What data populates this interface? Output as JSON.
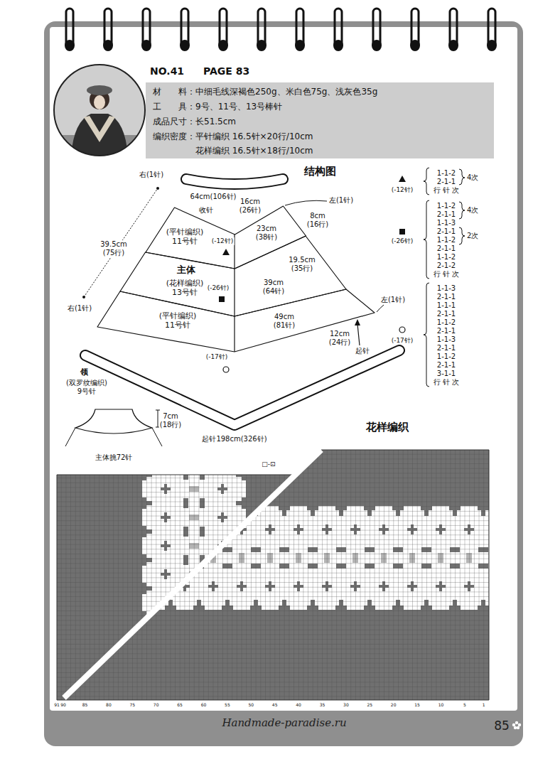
{
  "diagram": {
    "nodes": [
      {
        "text": [
          "材　　料：中细毛线深褐色250g、米白色75g、浅灰色35g",
          "工　　具：9号、11号、13号棒针",
          "成品尺寸：长51.5cm",
          "编织密度：平针编织 16.5针×20行/10cm",
          "花样编织 16.5针×18行/10cm"
        ]
      },
      {
        "text": [
          "(平针编织) 11号针"
        ]
      },
      {
        "text": [
          "主体",
          "(花样编织) 13号针"
        ]
      },
      {
        "text": [
          "(平针编织) 11号针"
        ]
      }
    ],
    "labels": [
      "NO.41",
      "PAGE 83",
      "结构图",
      "右(1针)",
      "64cm(106针)",
      "收针",
      "16cm (26针)",
      "8cm (16行)",
      "左(1针)",
      "23cm (38针)",
      "(-12针)",
      "39.5cm (75行)",
      "19.5cm (35行)",
      "(-26针)",
      "39cm (64针)",
      "12cm (24行)",
      "左(1针)",
      "右(1针)",
      "(-17针)",
      "49cm (81针)",
      "起针",
      "领",
      "(双罗纹编织) 9号针",
      "7cm (18行)",
      "主体挑72针",
      "起针198cm(326针)",
      "花样编织",
      "□-⊡",
      "(-12针)",
      "1-1-2",
      "2-1-1",
      "行 针 次",
      "4次",
      "(-26针)",
      "1-1-2",
      "2-1-1",
      "1-1-3",
      "2-1-1",
      "1-1-2",
      "2-1-1",
      "1-1-2",
      "2-1-2",
      "行 针 次",
      "4次",
      "2次",
      "(-17针)",
      "1-1-3",
      "2-1-1",
      "1-1-1",
      "2-1-1",
      "1-1-2",
      "2-1-1",
      "1-1-3",
      "2-1-1",
      "1-1-2",
      "2-1-1",
      "3-1-1",
      "行 针 次",
      "91",
      "90",
      "85",
      "80",
      "75",
      "70",
      "65",
      "60",
      "55",
      "50",
      "45",
      "40",
      "35",
      "30",
      "25",
      "20",
      "15",
      "10",
      "5",
      "1",
      "Handmade-paradise.ru",
      "85"
    ]
  }
}
